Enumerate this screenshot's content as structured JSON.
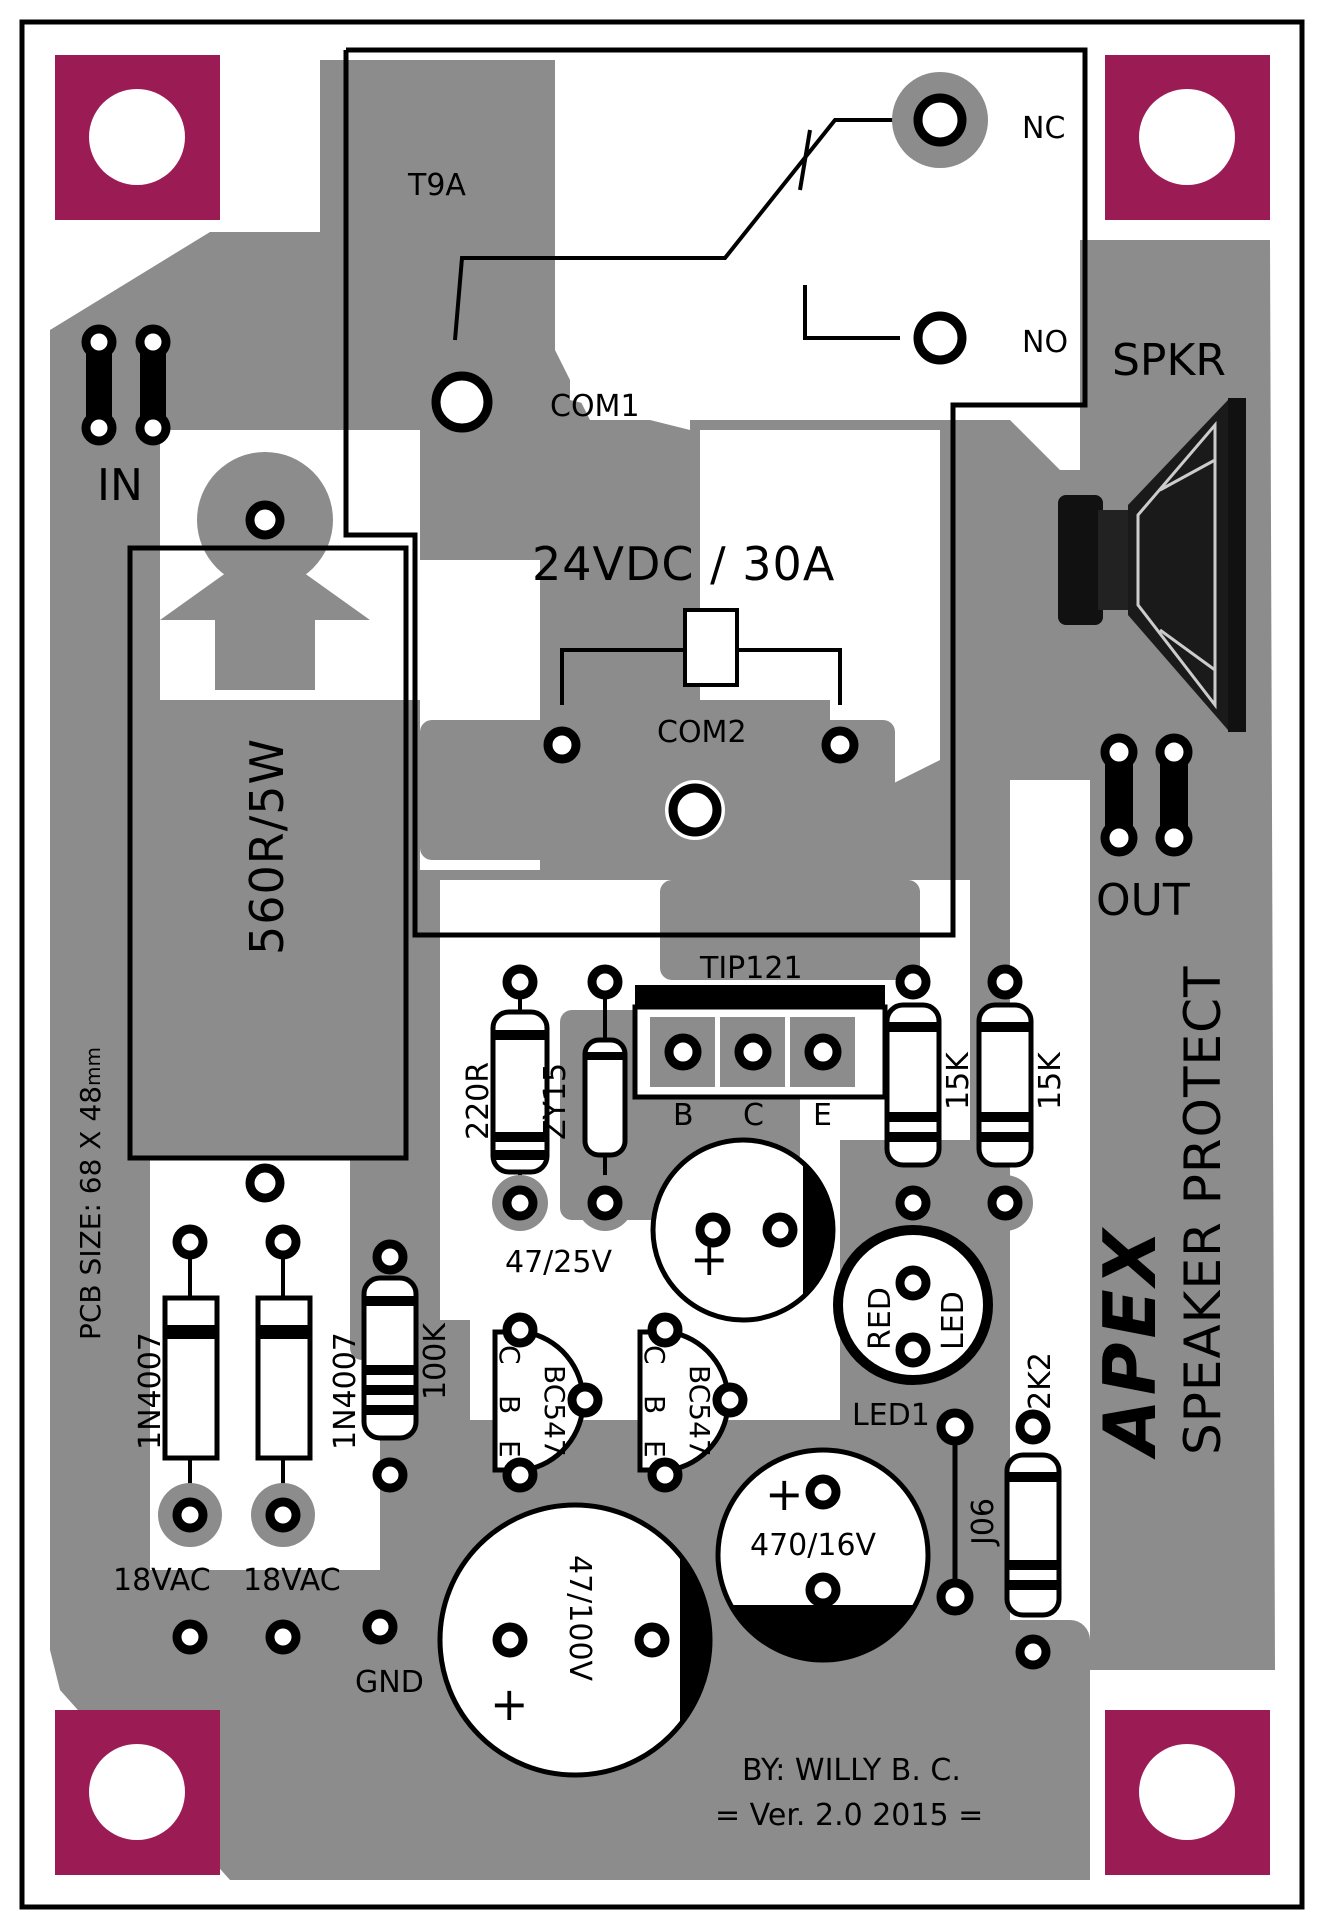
{
  "relay": {
    "model": "T9A",
    "rating": "24VDC / 30A",
    "nc_label": "NC",
    "no_label": "NO",
    "com1_label": "COM1",
    "com2_label": "COM2"
  },
  "connectors": {
    "in_label": "IN",
    "out_label": "OUT",
    "spkr_label": "SPKR",
    "ac1_label": "18VAC",
    "ac2_label": "18VAC",
    "gnd_label": "GND"
  },
  "components": {
    "power_resistor": "560R/5W",
    "r220": "220R",
    "zener": "ZY15",
    "transistor_power": "TIP121",
    "tip_b": "B",
    "tip_c": "C",
    "tip_e": "E",
    "r15k_1": "15K",
    "r15k_2": "15K",
    "cap_47_25": "47/25V",
    "led_red": "RED",
    "led_led": "LED",
    "led1": "LED1",
    "diode1": "1N4007",
    "diode2": "1N4007",
    "r100k": "100K",
    "bc547_1": "BC547",
    "bc547_2": "BC547",
    "bc_c": "C",
    "bc_b": "B",
    "bc_e": "E",
    "cap_470_16": "470/16V",
    "cap_47_100": "47/100V",
    "jumper": "J06",
    "r2k2": "2K2",
    "plus": "+"
  },
  "board": {
    "size_label": "PCB SIZE: 68 X 48",
    "size_unit": "mm",
    "brand": "APEX",
    "title": "SPEAKER PROTECT",
    "author": "BY: WILLY B. C.",
    "version": "= Ver. 2.0 2015 ="
  },
  "colors": {
    "copper": "#8c8c8c",
    "mount_pad": "#9b1b55",
    "background": "#ffffff",
    "silkscreen": "#000000"
  }
}
